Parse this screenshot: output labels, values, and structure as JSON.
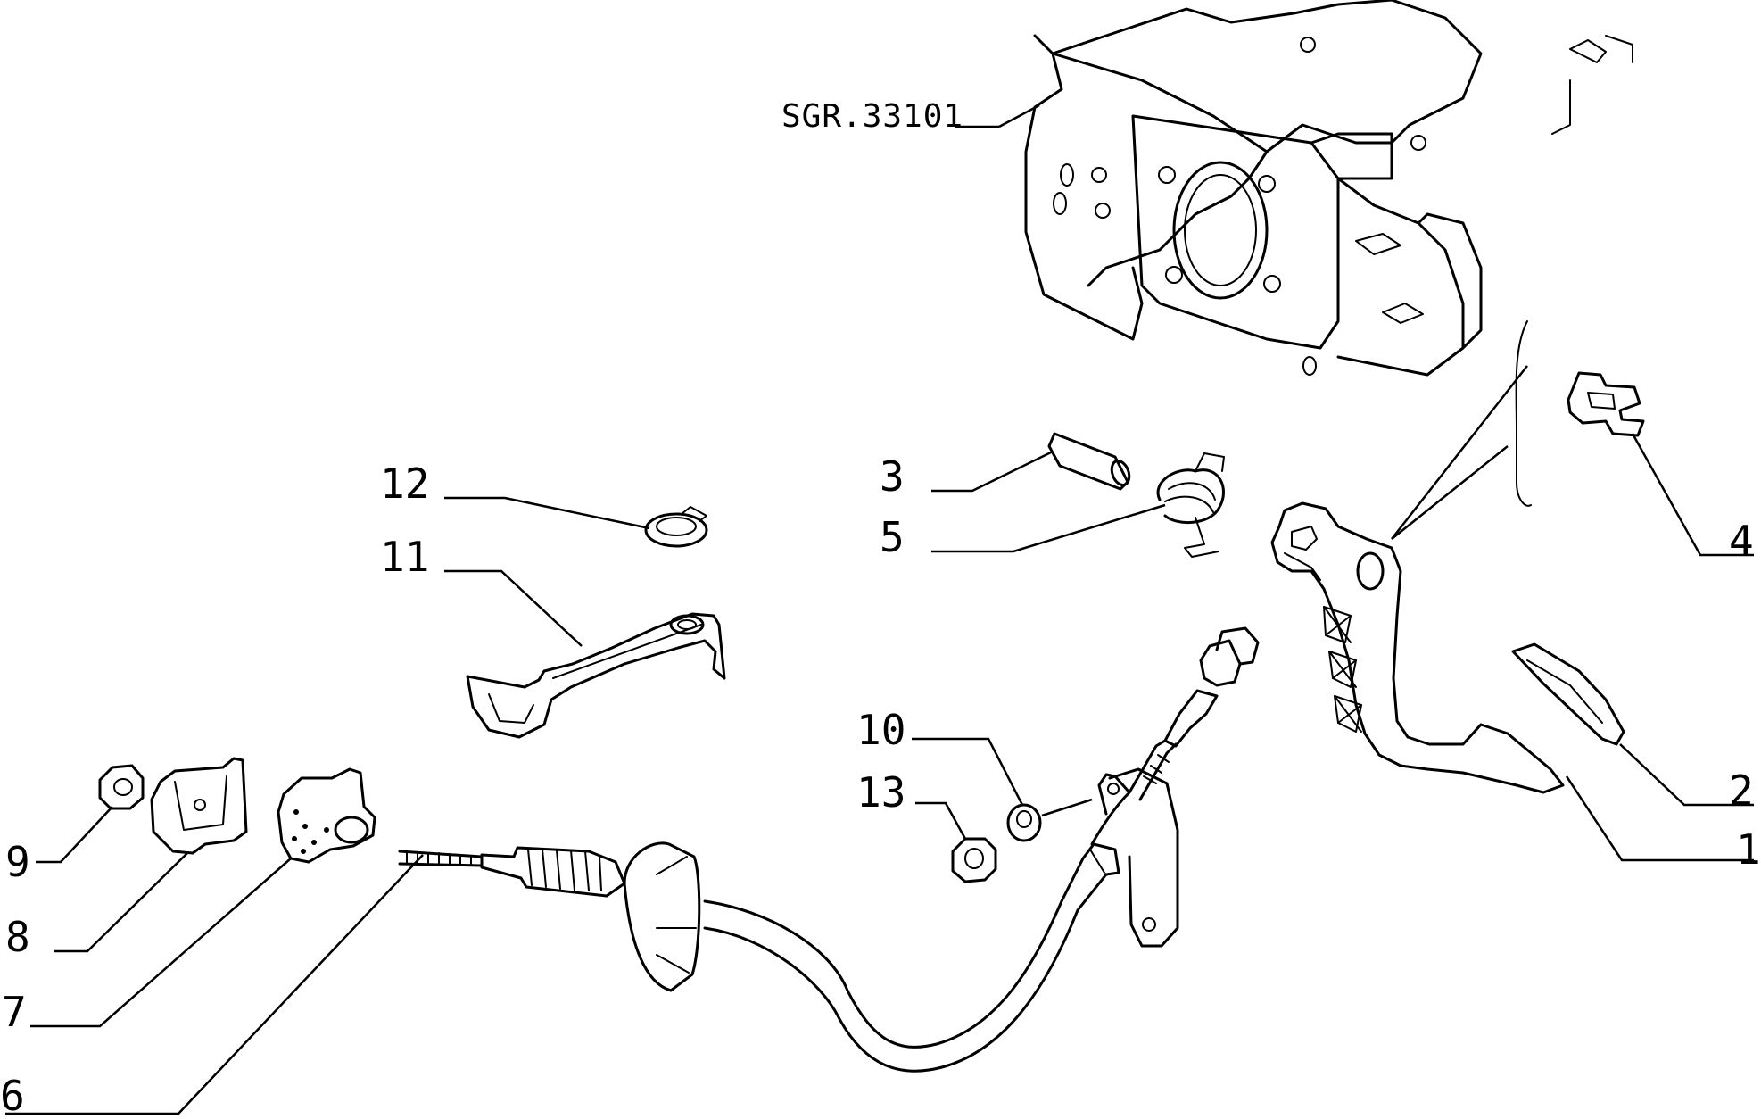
{
  "diagram": {
    "reference": "SGR.33101",
    "callouts": {
      "c1": "1",
      "c2": "2",
      "c3": "3",
      "c4": "4",
      "c5": "5",
      "c6": "6",
      "c7": "7",
      "c8": "8",
      "c9": "9",
      "c10": "10",
      "c11": "11",
      "c12": "12",
      "c13": "13"
    }
  }
}
